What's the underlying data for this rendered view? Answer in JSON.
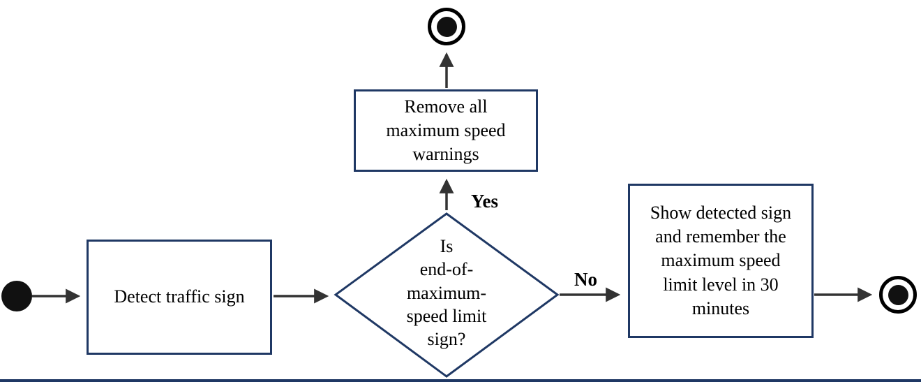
{
  "nodes": {
    "detect": {
      "label": "Detect traffic sign"
    },
    "decision": {
      "label": "Is\nend-of-\nmaximum-\nspeed limit\nsign?"
    },
    "remove_warnings": {
      "label": "Remove all\nmaximum speed\nwarnings"
    },
    "show_sign": {
      "label": "Show detected sign\nand remember the\nmaximum speed\nlimit level in 30\nminutes"
    }
  },
  "edges": {
    "yes": "Yes",
    "no": "No"
  },
  "colors": {
    "box_border": "#1f3864",
    "arrow": "#333333",
    "text": "#000000",
    "node_fill": "#111111"
  }
}
